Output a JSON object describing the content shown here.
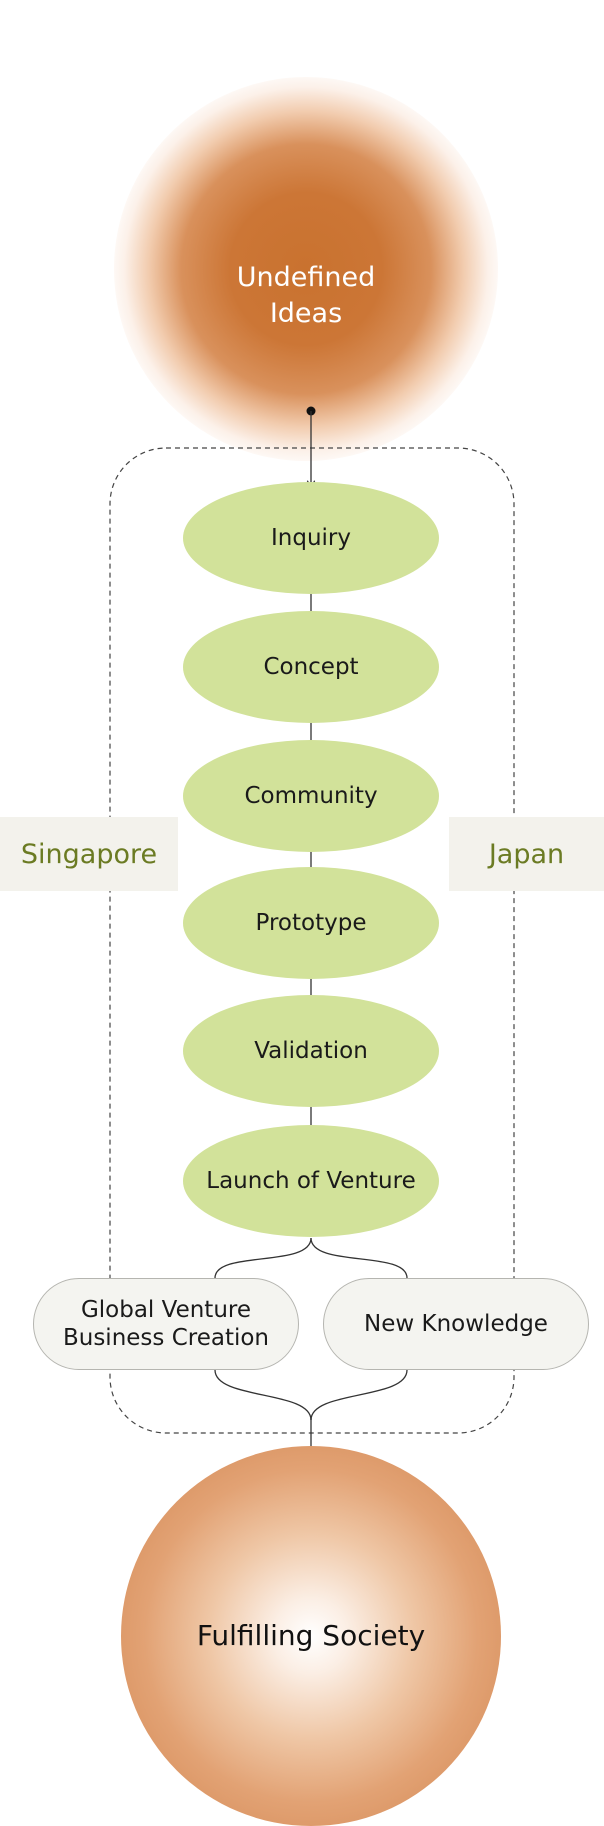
{
  "source": {
    "label": "Undefined\nIdeas"
  },
  "stages": [
    {
      "label": "Inquiry"
    },
    {
      "label": "Concept"
    },
    {
      "label": "Community"
    },
    {
      "label": "Prototype"
    },
    {
      "label": "Validation"
    },
    {
      "label": "Launch of Venture"
    }
  ],
  "regions": {
    "left": "Singapore",
    "right": "Japan"
  },
  "outputs": {
    "left": "Global Venture\nBusiness Creation",
    "right": "New Knowledge"
  },
  "outcome": {
    "label": "Fulfilling Society"
  },
  "colors": {
    "glow": "#c9722f",
    "stage_fill": "#d2e29a",
    "region_text": "#6b7b23",
    "region_bg": "#f3f2ec",
    "pill_fill": "#f4f4f0",
    "outcome": "#d48b57",
    "line": "#333333"
  }
}
